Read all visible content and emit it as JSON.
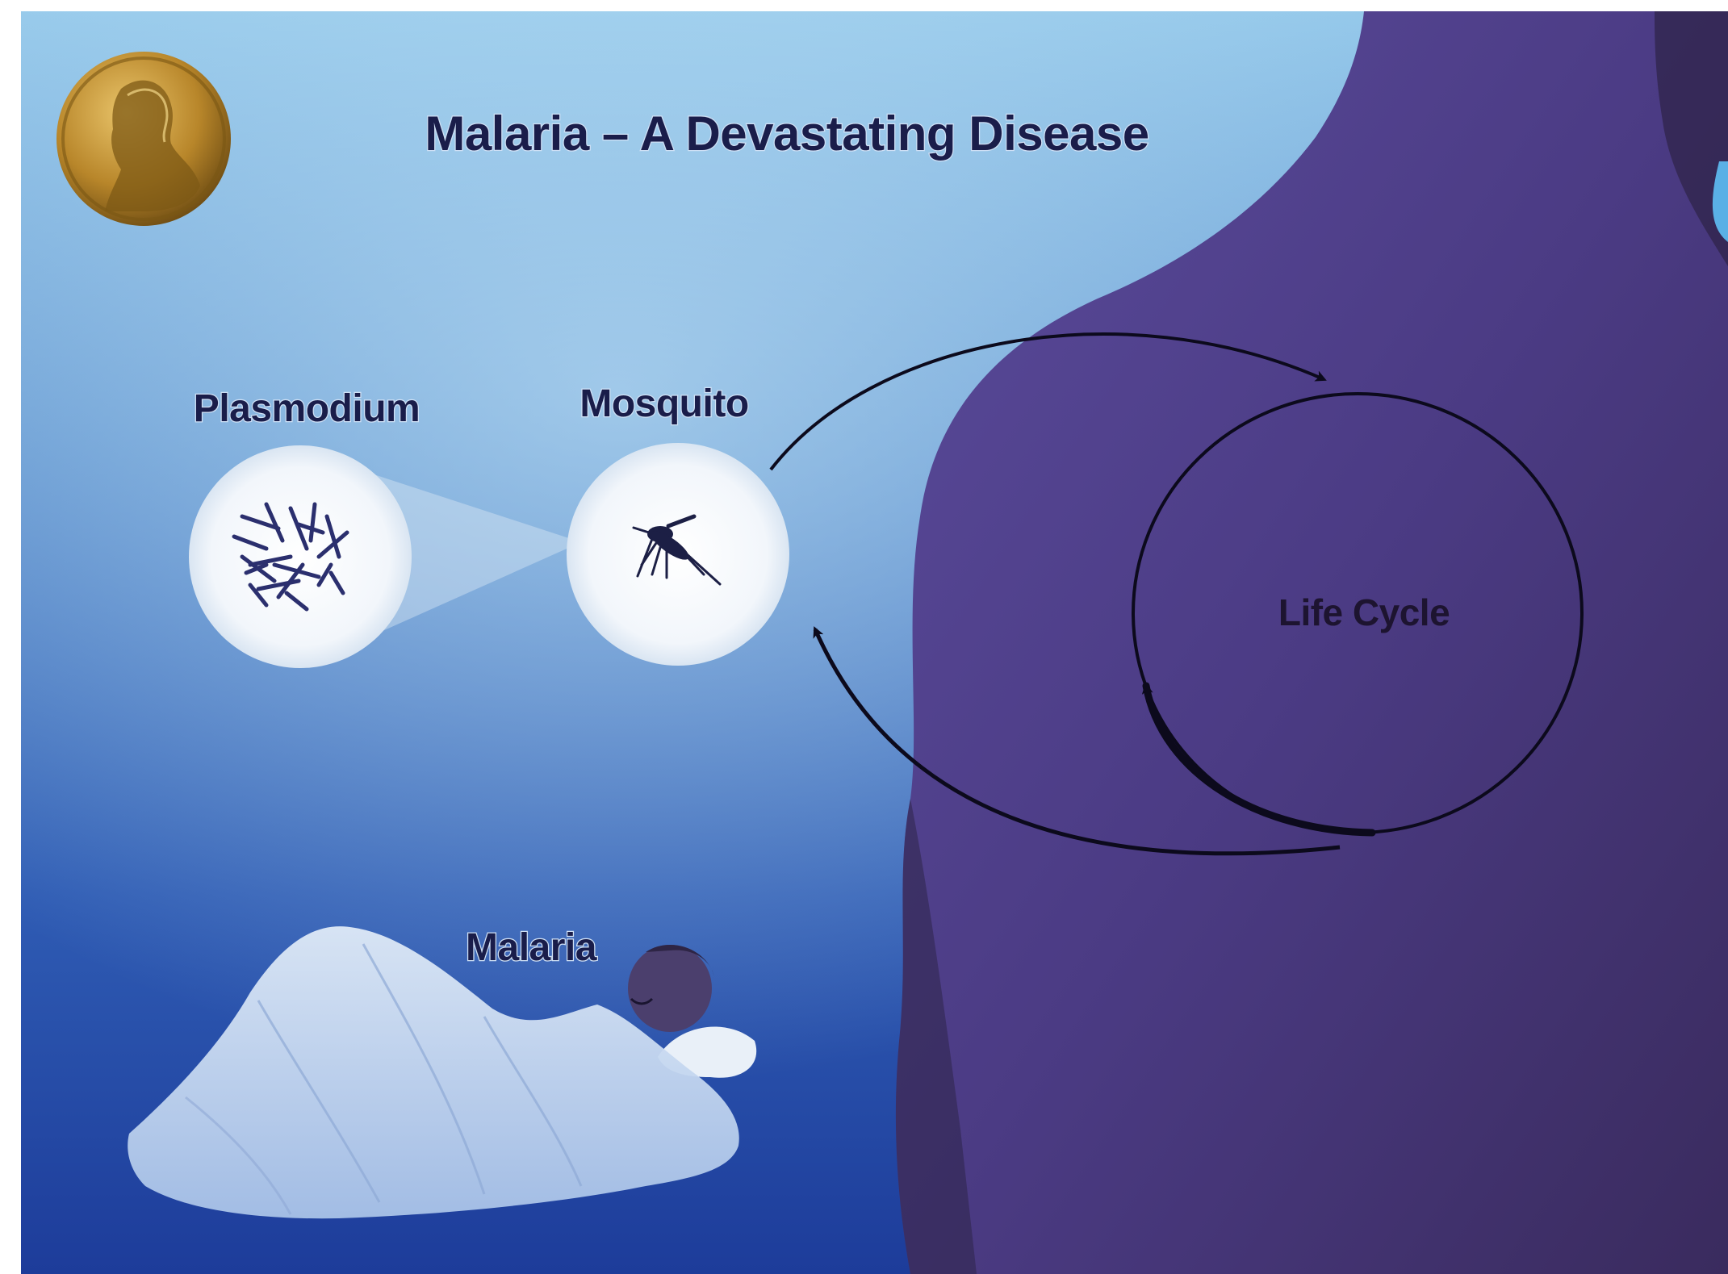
{
  "title": "Malaria – A Devastating Disease",
  "labels": {
    "plasmodium": "Plasmodium",
    "mosquito": "Mosquito",
    "life_cycle": "Life Cycle",
    "malaria": "Malaria"
  },
  "colors": {
    "sky_top": "#8fc4e8",
    "sky_bottom": "#1a3f9e",
    "body": "#4a3c86",
    "text": "#1a1d4a",
    "medal": "#b8862a"
  },
  "icons": [
    "nobel-medal-icon",
    "plasmodium-parasite-icon",
    "mosquito-icon",
    "cycle-arrow-icon",
    "sick-person-illustration"
  ]
}
